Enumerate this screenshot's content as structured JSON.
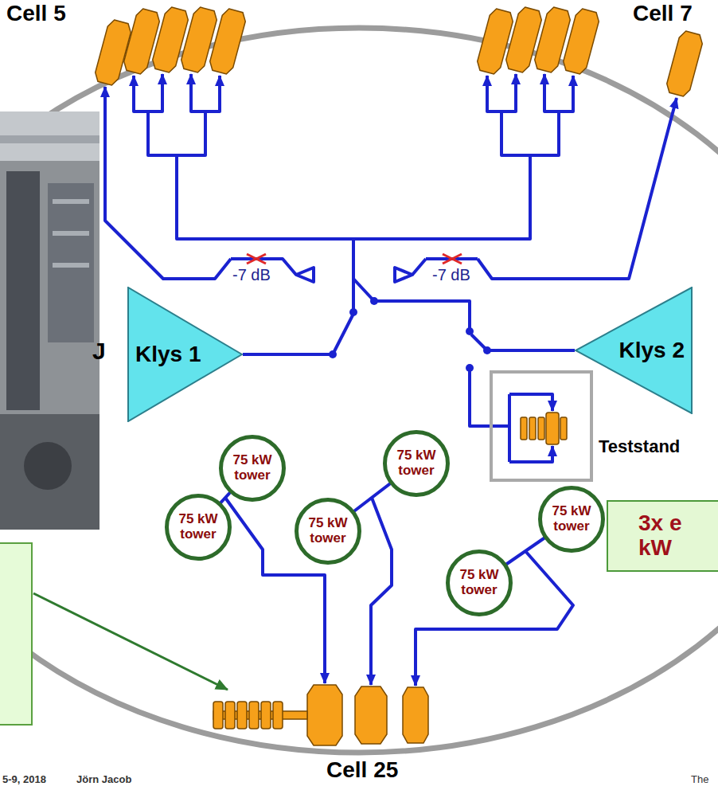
{
  "diagram": {
    "nodes": [
      {
        "text": [
          "Klys 1"
        ]
      },
      {
        "text": [
          "Klys 2"
        ]
      },
      {
        "text": [
          "Teststand"
        ]
      },
      {
        "text": [
          "75 kW tower"
        ]
      },
      {
        "text": [
          "75 kW tower"
        ]
      },
      {
        "text": [
          "75 kW tower"
        ]
      },
      {
        "text": [
          "75 kW tower"
        ]
      },
      {
        "text": [
          "75 kW tower"
        ]
      },
      {
        "text": [
          "75 kW tower"
        ]
      },
      {
        "text": [
          "3x e kW"
        ]
      }
    ],
    "labels": [
      "Cell 5",
      "Cell 7",
      "-7 dB",
      "-7 dB",
      "J",
      "Cell 25",
      "5-9, 2018",
      "Jörn Jacob",
      "The"
    ]
  }
}
